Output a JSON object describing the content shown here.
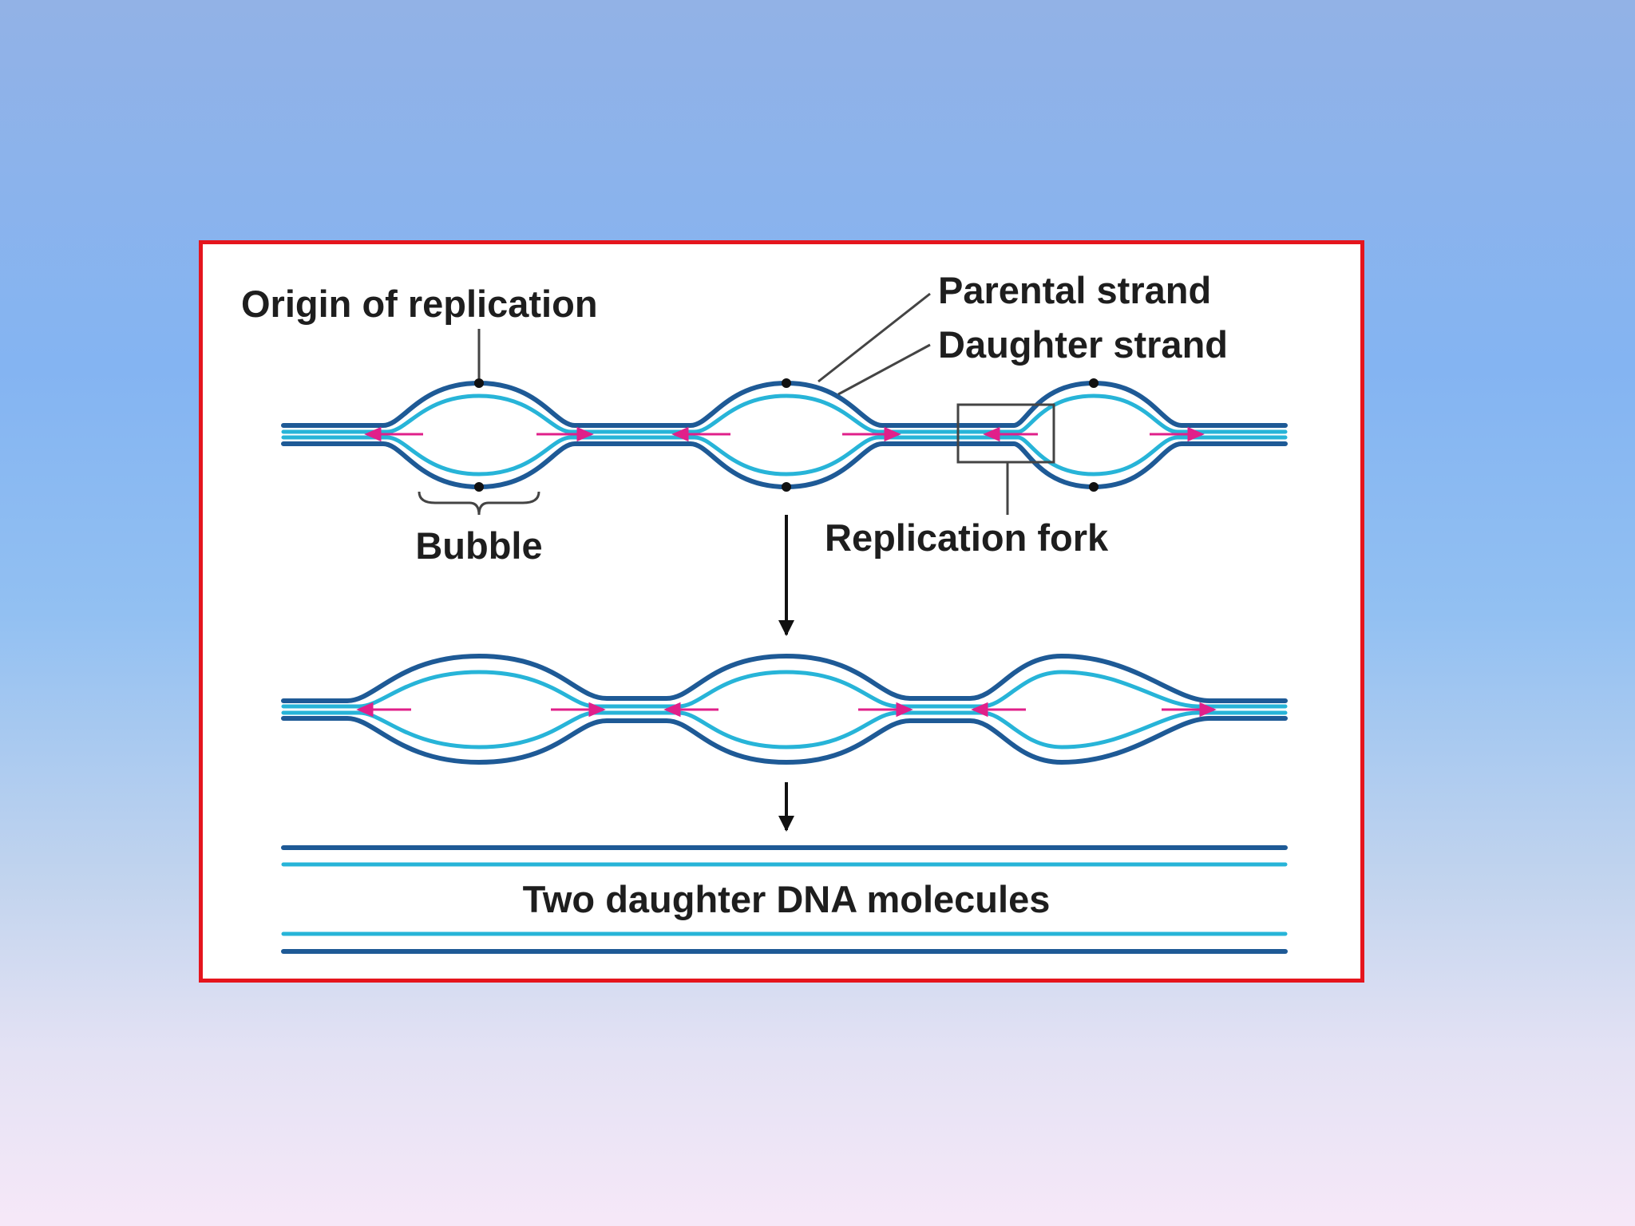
{
  "diagram": {
    "labels": {
      "origin": "Origin of replication",
      "parental": "Parental strand",
      "daughter": "Daughter strand",
      "bubble": "Bubble",
      "fork": "Replication fork",
      "result": "Two daughter DNA molecules"
    },
    "colors": {
      "frame": "#e5151d",
      "parental_strand": "#1e5a96",
      "daughter_strand": "#27b4d8",
      "replication_arrow": "#e0208a",
      "text": "#1e1e1e"
    }
  }
}
